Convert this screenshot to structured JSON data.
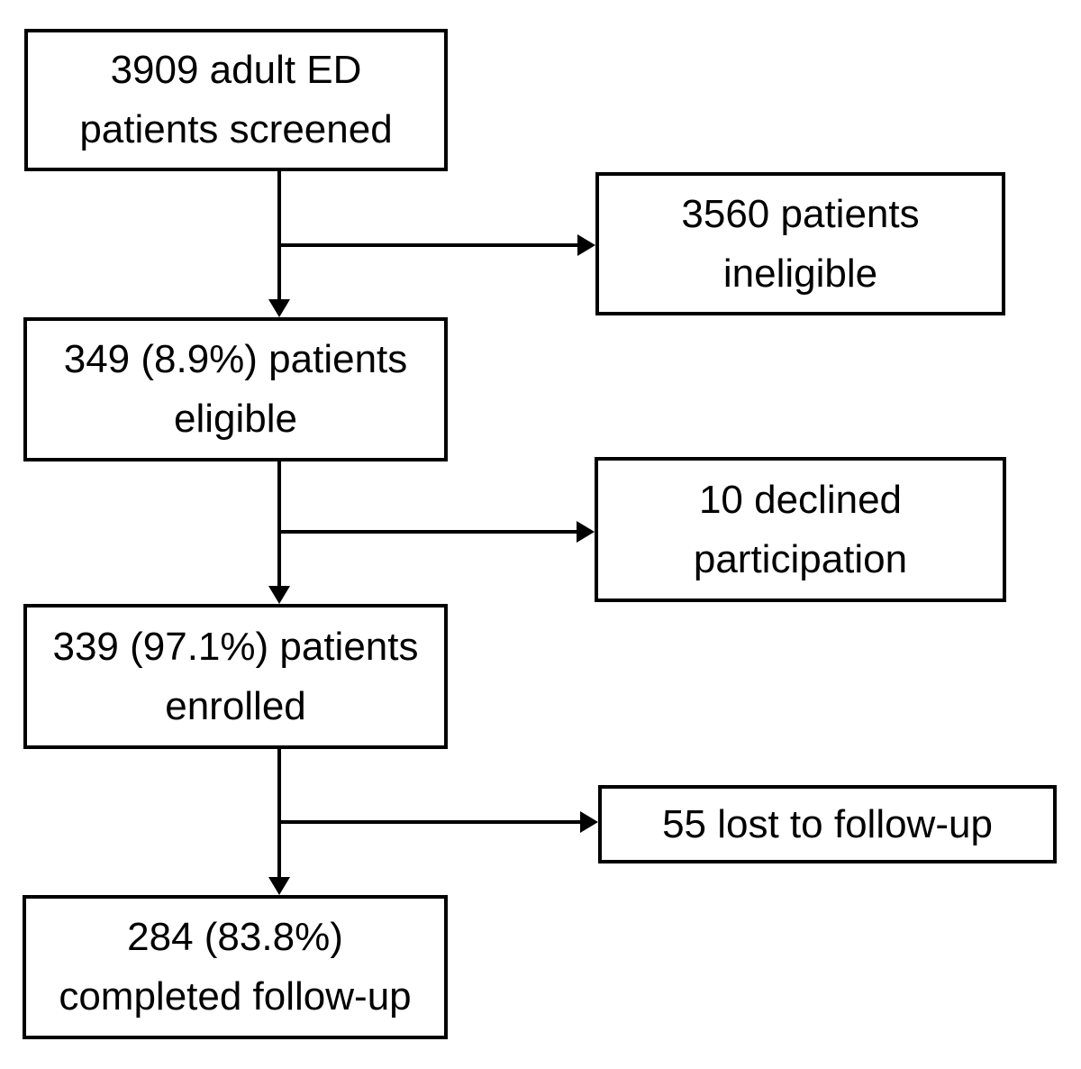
{
  "diagram": {
    "type": "flowchart",
    "colors": {
      "stroke": "#000000",
      "background": "#ffffff",
      "text": "#000000"
    },
    "nodes": {
      "screened": {
        "line1": "3909 adult ED",
        "line2": "patients screened"
      },
      "ineligible": {
        "line1": "3560 patients",
        "line2": "ineligible"
      },
      "eligible": {
        "line1": "349 (8.9%) patients",
        "line2": "eligible"
      },
      "declined": {
        "line1": "10 declined",
        "line2": "participation"
      },
      "enrolled": {
        "line1": "339 (97.1%) patients",
        "line2": "enrolled"
      },
      "lost": {
        "line1": "55 lost to follow-up"
      },
      "completed": {
        "line1": "284 (83.8%)",
        "line2": "completed follow-up"
      }
    },
    "edges": [
      {
        "from": "screened",
        "to": "eligible",
        "style": "arrow-down"
      },
      {
        "from": "screened",
        "to": "ineligible",
        "style": "arrow-right"
      },
      {
        "from": "eligible",
        "to": "enrolled",
        "style": "arrow-down"
      },
      {
        "from": "eligible",
        "to": "declined",
        "style": "arrow-right"
      },
      {
        "from": "enrolled",
        "to": "completed",
        "style": "arrow-down"
      },
      {
        "from": "enrolled",
        "to": "lost",
        "style": "arrow-right"
      }
    ]
  }
}
